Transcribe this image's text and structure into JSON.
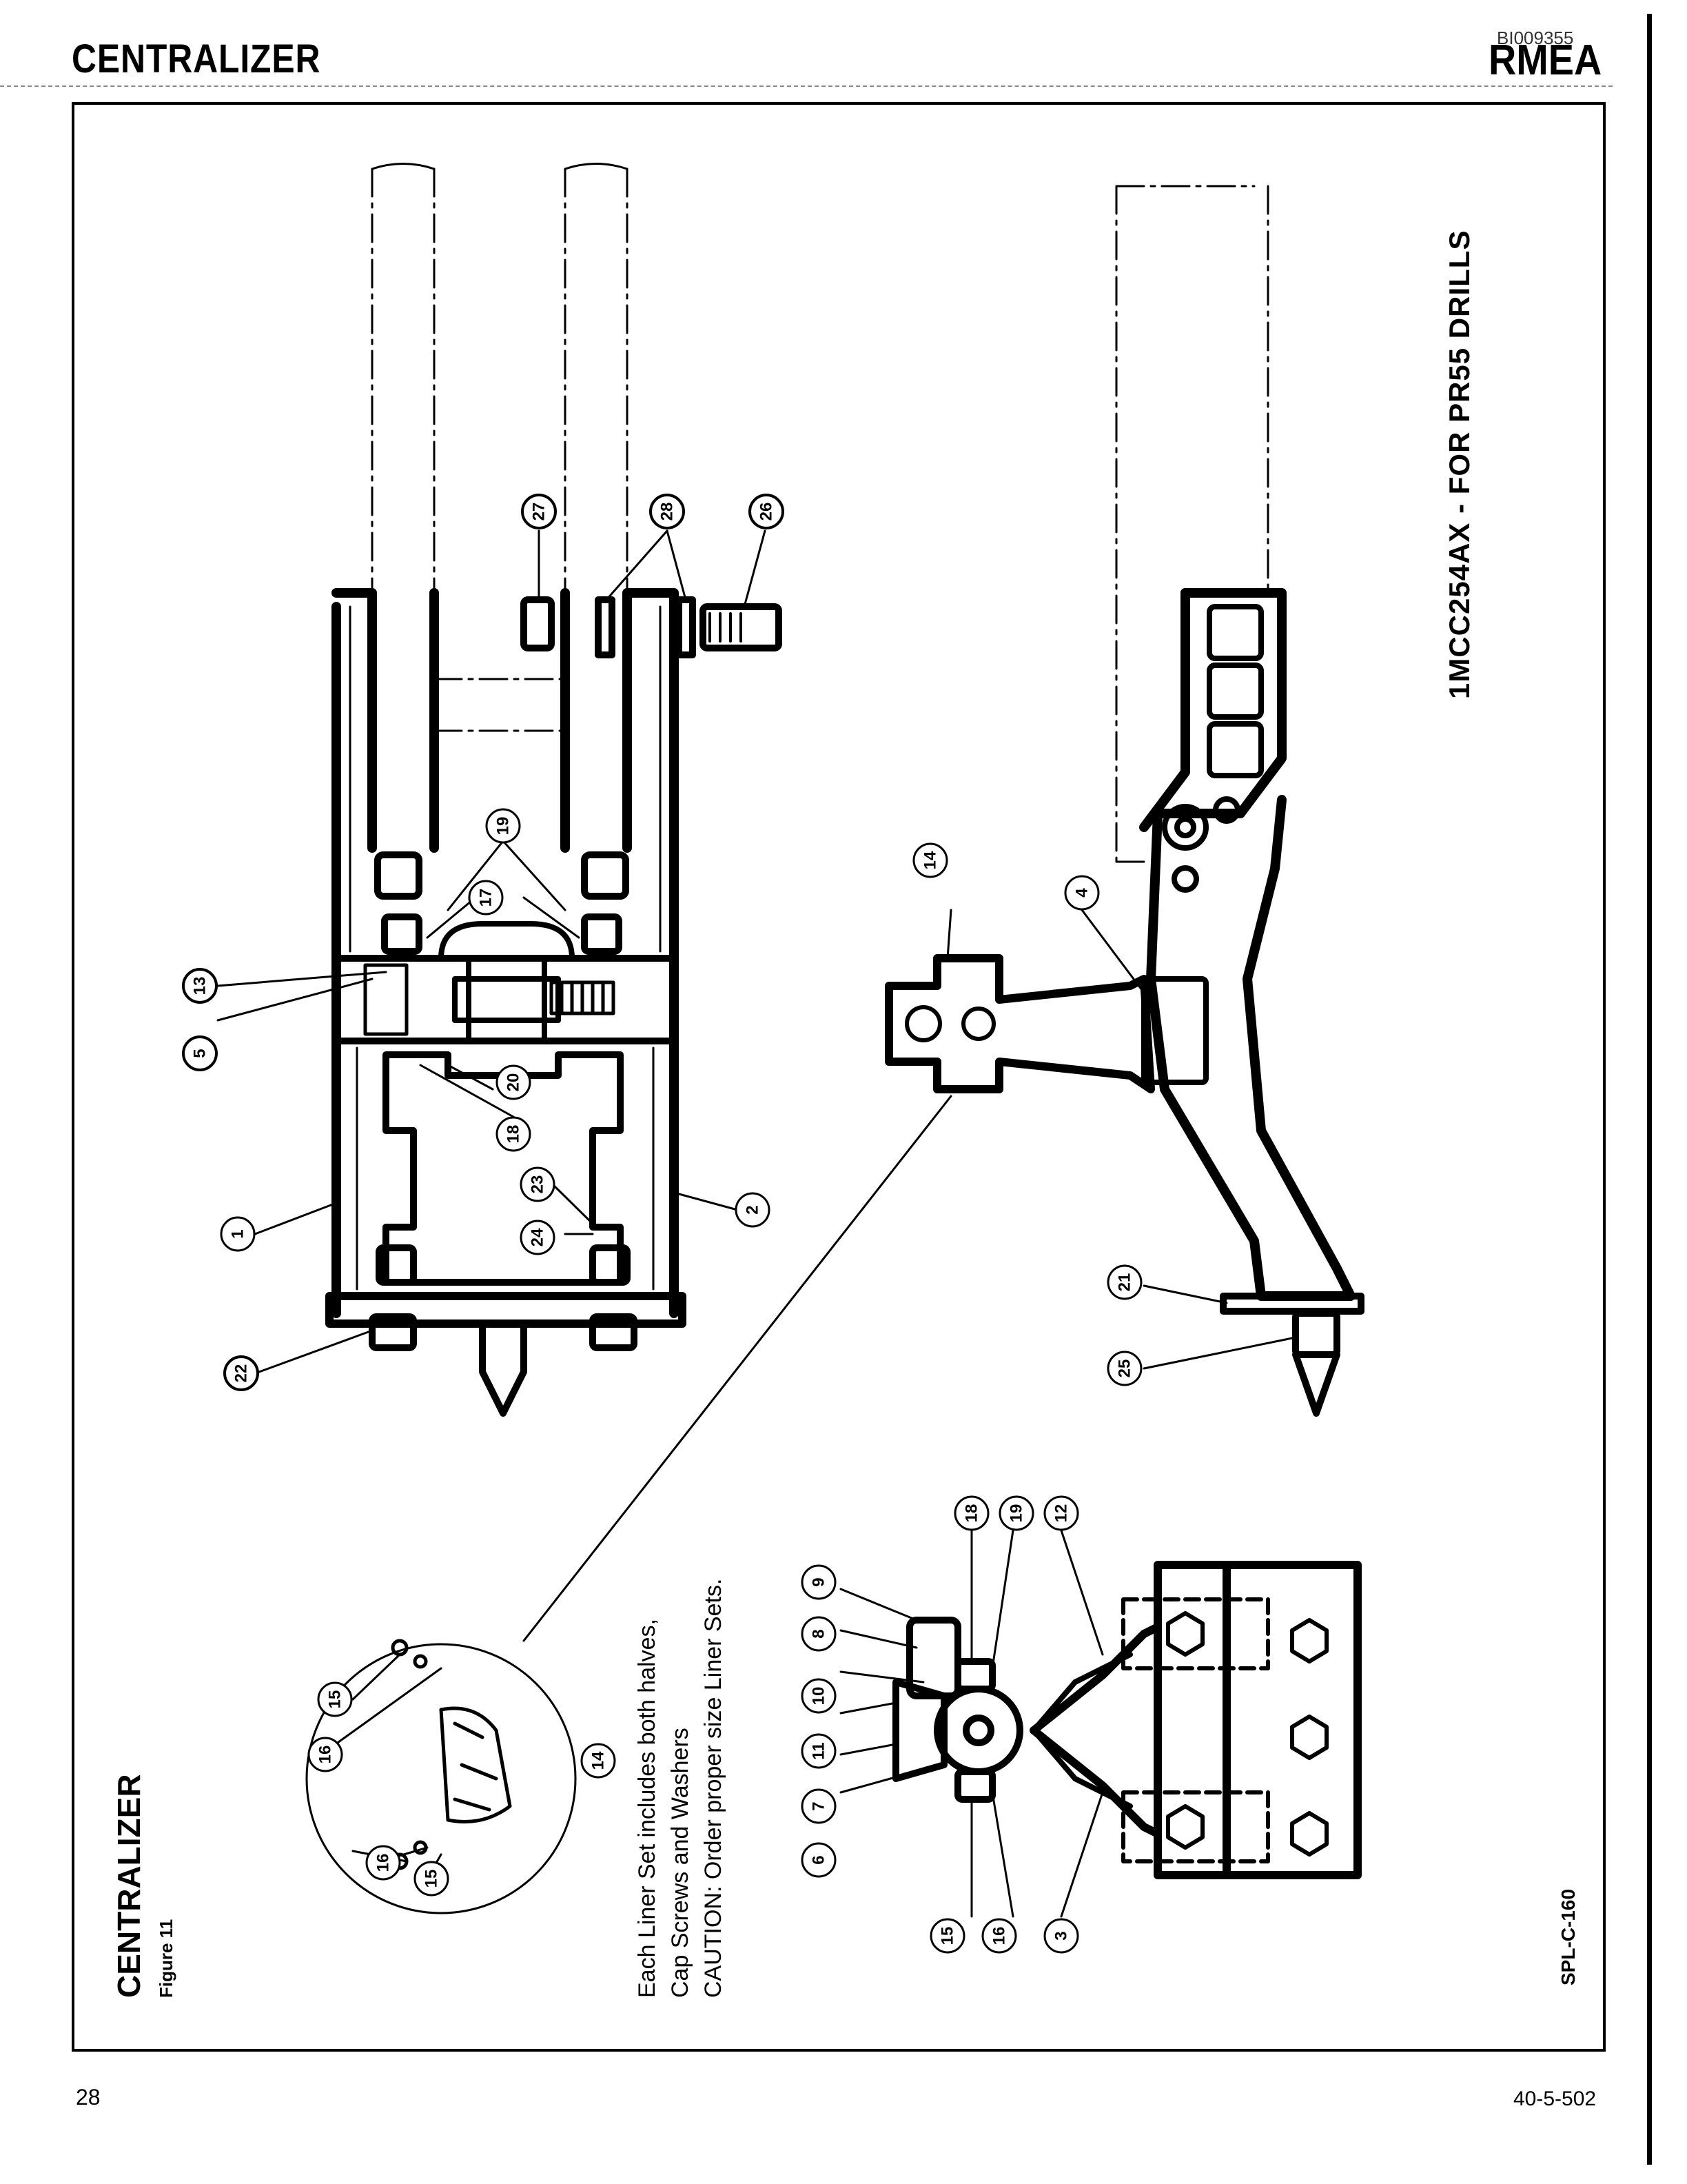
{
  "header": {
    "section_title": "CENTRALIZER",
    "document_id": "BI009355",
    "brand": "RMEA"
  },
  "figure": {
    "title": "CENTRALIZER",
    "number_label": "Figure 11",
    "notes": [
      "Each Liner Set includes both halves,",
      "Cap Screws and Washers",
      "CAUTION: Order proper size Liner Sets."
    ],
    "model_label": "1MCC254AX - FOR PR55 DRILLS",
    "drawing_code": "SPL-C-160"
  },
  "callouts": {
    "c1": "1",
    "c2": "2",
    "c3": "3",
    "c4": "4",
    "c5": "5",
    "c6": "6",
    "c7": "7",
    "c8": "8",
    "c9": "9",
    "c10": "10",
    "c11": "11",
    "c12": "12",
    "c13": "13",
    "c14": "14",
    "c14b": "14",
    "c15a": "15",
    "c15b": "15",
    "c15c": "15",
    "c16a": "16",
    "c16b": "16",
    "c16c": "16",
    "c17": "17",
    "c18a": "18",
    "c18b": "18",
    "c19a": "19",
    "c19b": "19",
    "c20": "20",
    "c21": "21",
    "c22": "22",
    "c23": "23",
    "c24": "24",
    "c25": "25",
    "c26": "26",
    "c27": "27",
    "c28": "28"
  },
  "footer": {
    "page_number": "28",
    "form_number": "40-5-502"
  }
}
